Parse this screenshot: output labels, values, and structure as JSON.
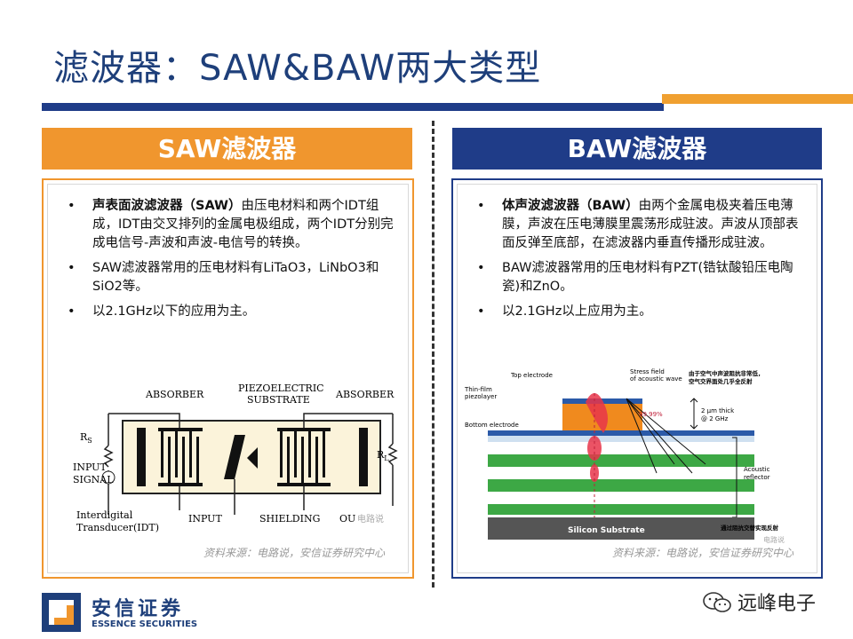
{
  "title": "滤波器：SAW&BAW两大类型",
  "saw": {
    "header": "SAW滤波器",
    "bullets": [
      {
        "bold": "声表面波滤波器（SAW）",
        "text": "由压电材料和两个IDT组成，IDT由交叉排列的金属电极组成，两个IDT分别完成电信号-声波和声波-电信号的转换。"
      },
      {
        "bold": "",
        "text": "SAW滤波器常用的压电材料有LiTaO3，LiNbO3和SiO2等。"
      },
      {
        "bold": "",
        "text": "以2.1GHz以下的应用为主。"
      }
    ],
    "diagram": {
      "labels": {
        "absorber_left": "ABSORBER",
        "piezo1": "PIEZOELECTRIC",
        "piezo2": "SUBSTRATE",
        "absorber_right": "ABSORBER",
        "rs": "R",
        "rs_sub": "S",
        "rl": "R",
        "rl_sub": "L",
        "input_signal1": "INPUT",
        "input_signal2": "SIGNAL",
        "idt1": "Interdigital",
        "idt2": "Transducer(IDT)",
        "input": "INPUT",
        "shielding": "SHIELDING",
        "output": "OU",
        "watermark": "电路说"
      }
    },
    "source": "资料来源：电路说，安信证券研究中心"
  },
  "baw": {
    "header": "BAW滤波器",
    "bullets": [
      {
        "bold": "体声波滤波器（BAW）",
        "text": "由两个金属电极夹着压电薄膜，声波在压电薄膜里震荡形成驻波。声波从顶部表面反弹至底部，在滤波器内垂直传播形成驻波。"
      },
      {
        "bold": "",
        "text": "BAW滤波器常用的压电材料有PZT(锆钛酸铅压电陶瓷)和ZnO。"
      },
      {
        "bold": "",
        "text": "以2.1GHz以上应用为主。"
      }
    ],
    "diagram": {
      "labels": {
        "top_electrode": "Top electrode",
        "thin_film1": "Thin-film",
        "thin_film2": "piezolayer",
        "bottom_electrode": "Bottom electrode",
        "stress1": "Stress field",
        "stress2": "of acoustic wave",
        "note1": "由于空气中声波阻抗非常低，",
        "note2": "空气交界面处几乎全反射",
        "thick1": "2 μm thick",
        "thick2": "@ 2 GHz",
        "pct": "99.99%",
        "acoustic1": "Acoustic",
        "acoustic2": "reflector",
        "grating": "通过阻抗交替实现反射",
        "substrate": "Silicon Substrate",
        "watermark": "电路说"
      }
    },
    "source": "资料来源：电路说，安信证券研究中心"
  },
  "footer": {
    "logo_cn": "安信证券",
    "logo_en": "ESSENCE SECURITIES",
    "wechat": "远峰电子"
  },
  "colors": {
    "orange": "#f0962e",
    "blue": "#1f3c88",
    "title": "#1e3f7a"
  }
}
